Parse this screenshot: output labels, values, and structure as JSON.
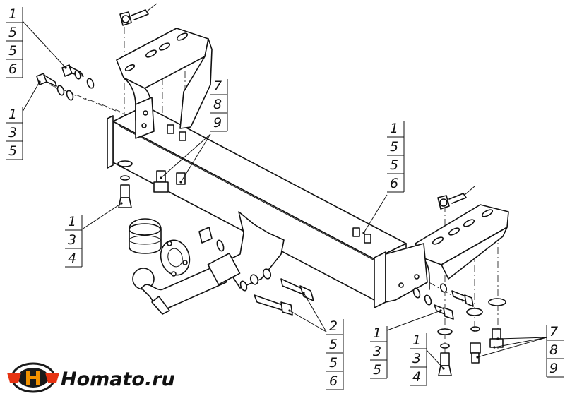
{
  "logo": {
    "text": "Homato.ru",
    "colors": {
      "red": "#e63312",
      "orange": "#f39200",
      "dark": "#1a1a1a"
    }
  },
  "callouts": [
    {
      "id": "c1",
      "numbers": [
        "1",
        "5",
        "5",
        "6"
      ]
    },
    {
      "id": "c2",
      "numbers": [
        "1",
        "3",
        "5"
      ]
    },
    {
      "id": "c3",
      "numbers": [
        "7",
        "8",
        "9"
      ]
    },
    {
      "id": "c4",
      "numbers": [
        "1",
        "5",
        "5",
        "6"
      ]
    },
    {
      "id": "c5",
      "numbers": [
        "1",
        "3",
        "4"
      ]
    },
    {
      "id": "c6",
      "numbers": [
        "2",
        "5",
        "5",
        "6"
      ]
    },
    {
      "id": "c7",
      "numbers": [
        "1",
        "3",
        "5"
      ]
    },
    {
      "id": "c8",
      "numbers": [
        "1",
        "3",
        "4"
      ]
    },
    {
      "id": "c9",
      "numbers": [
        "7",
        "8",
        "9"
      ]
    }
  ]
}
